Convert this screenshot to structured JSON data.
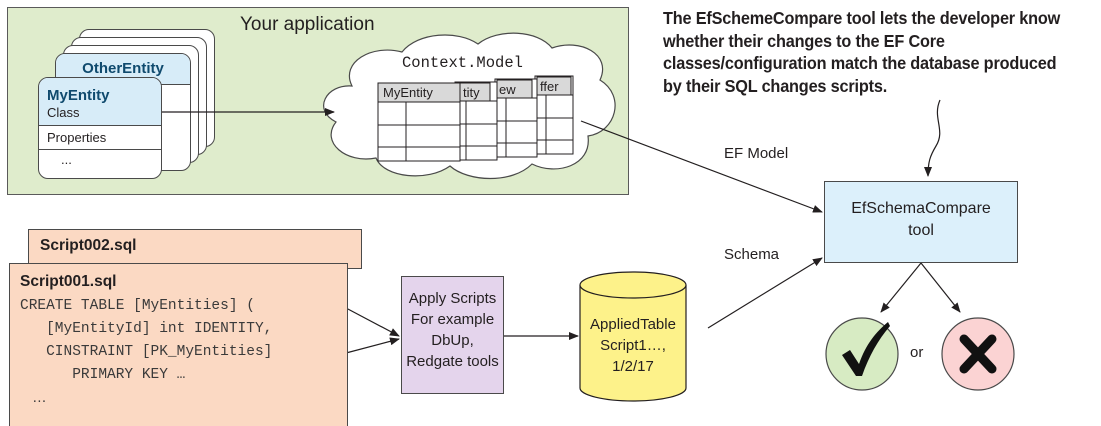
{
  "application": {
    "title": "Your application",
    "entity_back": "OtherEntity",
    "entity_front": {
      "name": "MyEntity",
      "kind": "Class",
      "section": "Properties",
      "more": "..."
    }
  },
  "context_model": {
    "title": "Context.Model",
    "tables": [
      "MyEntity",
      "tity",
      "ew",
      "ffer"
    ]
  },
  "callout": "The EfSchemeCompare tool lets the developer know whether their changes to the EF Core classes/configuration match the database produced by their SQL changes scripts.",
  "labels": {
    "ef_model": "EF Model",
    "schema": "Schema",
    "or": "or"
  },
  "compare_tool": {
    "line1": "EfSchemaCompare",
    "line2": "tool"
  },
  "scripts": {
    "back_name": "Script002.sql",
    "front_name": "Script001.sql",
    "lines": [
      "CREATE TABLE [MyEntities] (",
      "   [MyEntityId] int IDENTITY,",
      "   CINSTRAINT [PK_MyEntities]",
      "      PRIMARY KEY …",
      "   …"
    ]
  },
  "apply": {
    "lines": [
      "Apply Scripts",
      "For example",
      "DbUp,",
      "Redgate tools"
    ]
  },
  "database": {
    "lines": [
      "AppliedTable",
      "Script1…,",
      "1/2/17"
    ]
  },
  "results": {
    "success_icon": "check-mark-icon",
    "failure_icon": "x-mark-icon"
  },
  "colors": {
    "app_bg": "#dfeccc",
    "entity_header": "#d7ecf8",
    "compare_bg": "#dcf0fb",
    "script_bg": "#fbd9c3",
    "apply_bg": "#e4d4ec",
    "db_bg": "#fdf28a",
    "success_bg": "#d7ebc3",
    "failure_bg": "#fbd3d3"
  }
}
